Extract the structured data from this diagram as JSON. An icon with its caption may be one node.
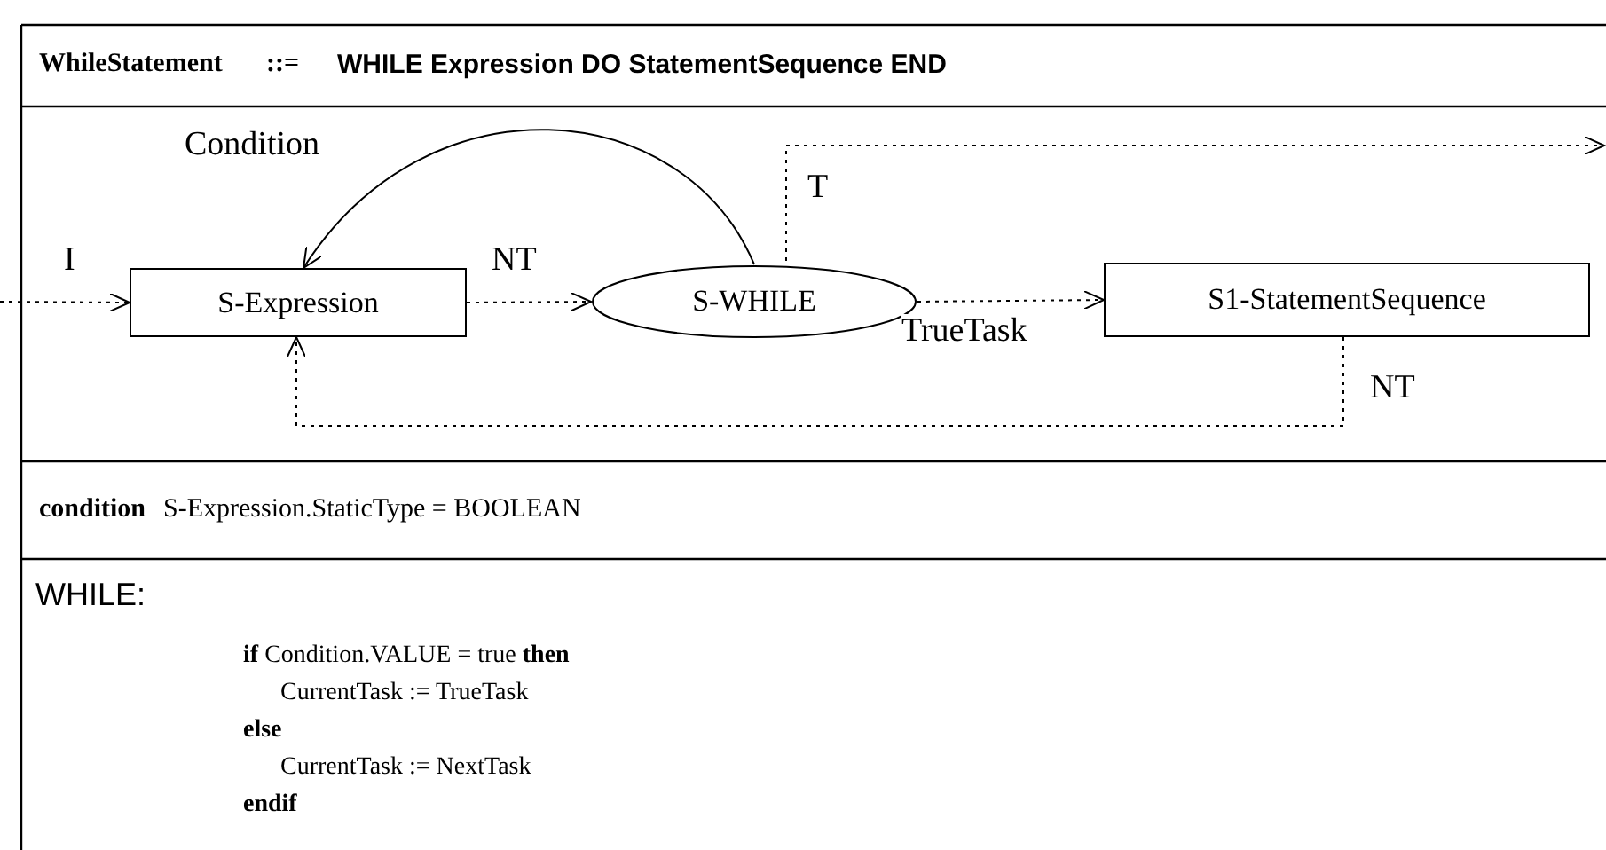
{
  "diagram": {
    "nodes": [
      {
        "text": [
          "S-Expression"
        ]
      },
      {
        "text": [
          "S-WHILE"
        ]
      },
      {
        "text": [
          "S1-StatementSequence"
        ]
      }
    ],
    "edges": [
      {
        "from": null,
        "to": 0,
        "arrow": "to",
        "label": "I",
        "style": "dashed"
      },
      {
        "from": 0,
        "to": 1,
        "arrow": "to",
        "label": "NT",
        "style": "dashed"
      },
      {
        "from": 1,
        "to": 0,
        "arrow": "to",
        "label": "Condition"
      },
      {
        "from": 1,
        "to": 2,
        "arrow": "to",
        "label": "TrueTask",
        "style": "dashed"
      },
      {
        "from": 1,
        "to": null,
        "arrow": "to",
        "label": "T",
        "style": "dashed"
      },
      {
        "from": 2,
        "to": 0,
        "arrow": "to",
        "label": "NT",
        "style": "dashed"
      }
    ],
    "labels": [
      "WhileStatement",
      "::=",
      "WHILE Expression DO StatementSequence END",
      "condition",
      "S-Expression.StaticType = BOOLEAN",
      "WHILE:",
      "**if** Condition.VALUE = true **then**",
      "CurrentTask := TrueTask",
      "**else**",
      "CurrentTask := NextTask",
      "**endif**"
    ]
  }
}
